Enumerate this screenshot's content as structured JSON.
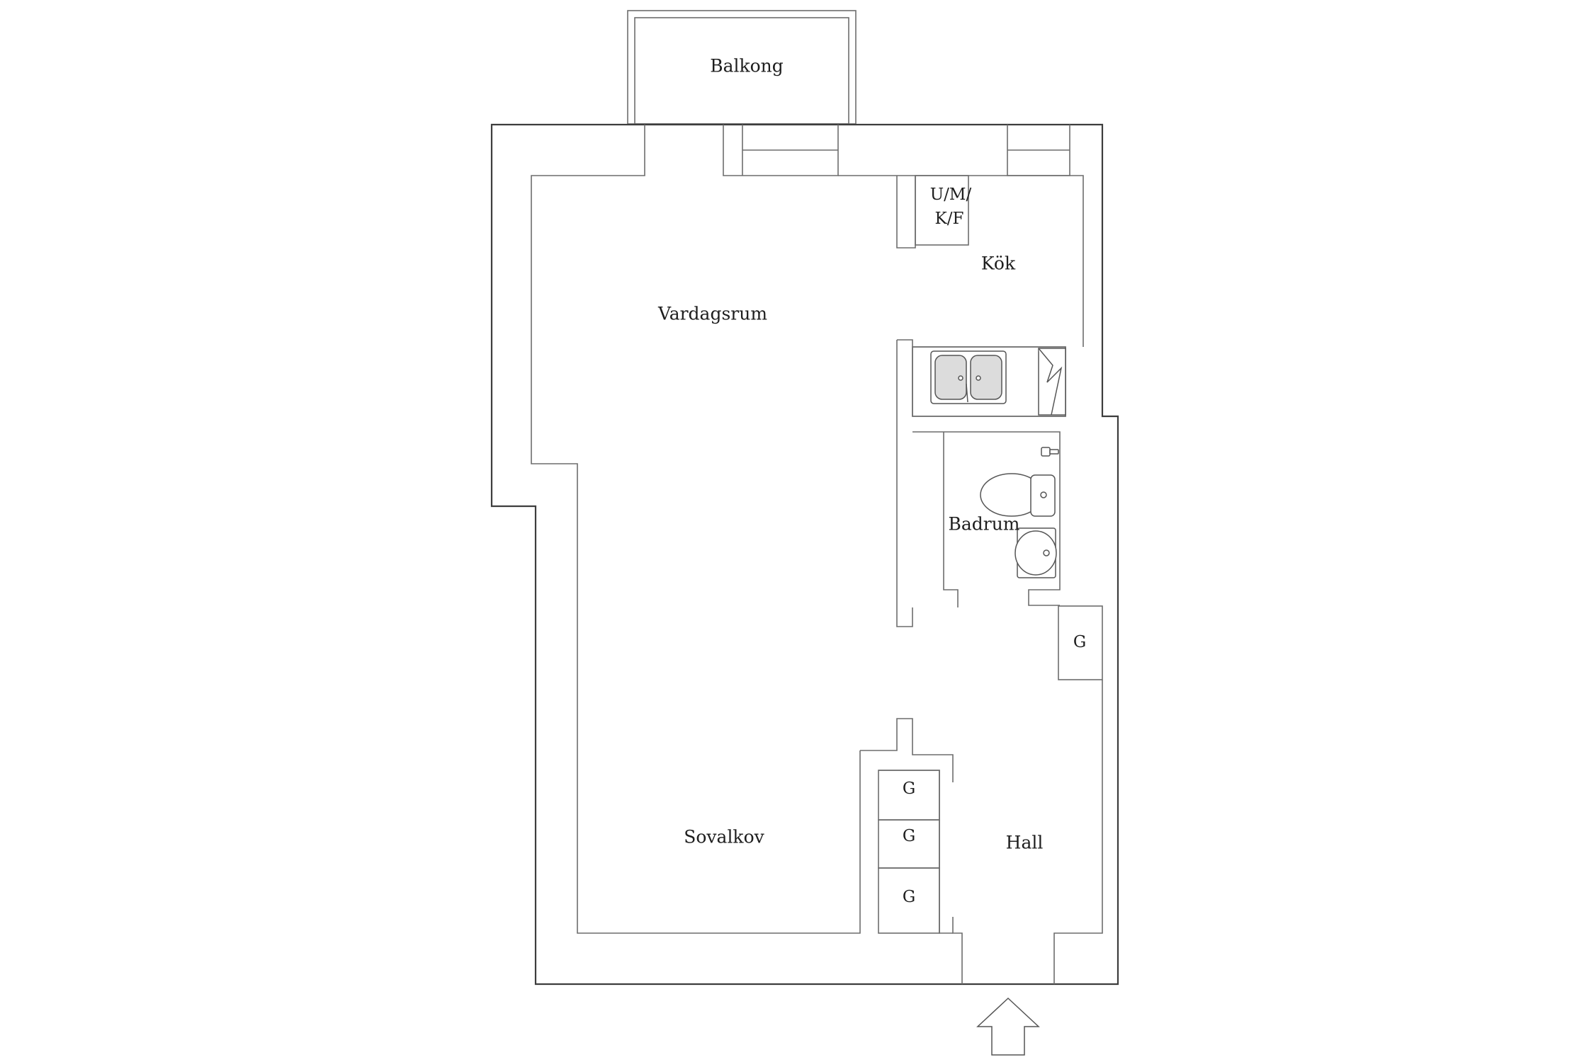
{
  "rooms": {
    "balcony": "Balkong",
    "living_room": "Vardagsrum",
    "kitchen": "Kök",
    "appliance_line1": "U/M/",
    "appliance_line2": "K/F",
    "bathroom": "Badrum",
    "sleeping_alcove": "Sovalkov",
    "hall": "Hall"
  },
  "wardrobes": {
    "hall_right": "G",
    "stack_top": "G",
    "stack_middle": "G",
    "stack_bottom": "G"
  }
}
